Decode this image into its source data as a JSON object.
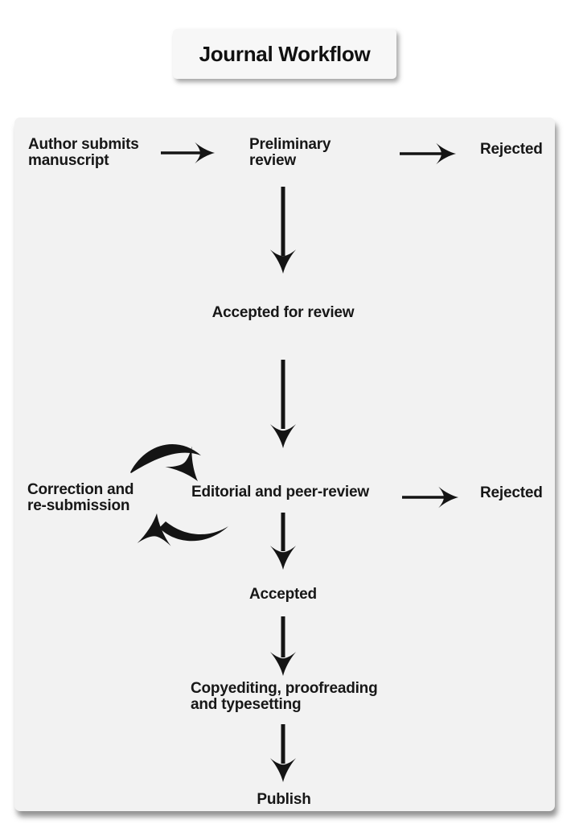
{
  "header": {
    "title": "Journal Workflow"
  },
  "colors": {
    "ink": "#141414",
    "panel_background": "#f2f2f2",
    "card_background": "#f7f7f7",
    "page_background": "#ffffff"
  },
  "diagram": {
    "nodes": {
      "author_submits": {
        "label": "Author submits\nmanuscript"
      },
      "preliminary_review": {
        "label": "Preliminary\nreview"
      },
      "rejected_top": {
        "label": "Rejected"
      },
      "accepted_for_review": {
        "label": "Accepted for review"
      },
      "correction_resubmission": {
        "label": "Correction and\nre-submission"
      },
      "editorial_peer_review": {
        "label": "Editorial and peer-review"
      },
      "rejected_mid": {
        "label": "Rejected"
      },
      "accepted": {
        "label": "Accepted"
      },
      "copyediting": {
        "label": "Copyediting, proofreading\nand typesetting"
      },
      "publish": {
        "label": "Publish"
      }
    },
    "edges": [
      {
        "from": "author_submits",
        "to": "preliminary_review",
        "style": "straight"
      },
      {
        "from": "preliminary_review",
        "to": "rejected_top",
        "style": "straight"
      },
      {
        "from": "preliminary_review",
        "to": "accepted_for_review",
        "style": "straight"
      },
      {
        "from": "accepted_for_review",
        "to": "editorial_peer_review",
        "style": "straight"
      },
      {
        "from": "correction_resubmission",
        "to": "editorial_peer_review",
        "style": "curved"
      },
      {
        "from": "editorial_peer_review",
        "to": "correction_resubmission",
        "style": "curved"
      },
      {
        "from": "editorial_peer_review",
        "to": "rejected_mid",
        "style": "straight"
      },
      {
        "from": "editorial_peer_review",
        "to": "accepted",
        "style": "straight"
      },
      {
        "from": "accepted",
        "to": "copyediting",
        "style": "straight"
      },
      {
        "from": "copyediting",
        "to": "publish",
        "style": "straight"
      }
    ]
  }
}
